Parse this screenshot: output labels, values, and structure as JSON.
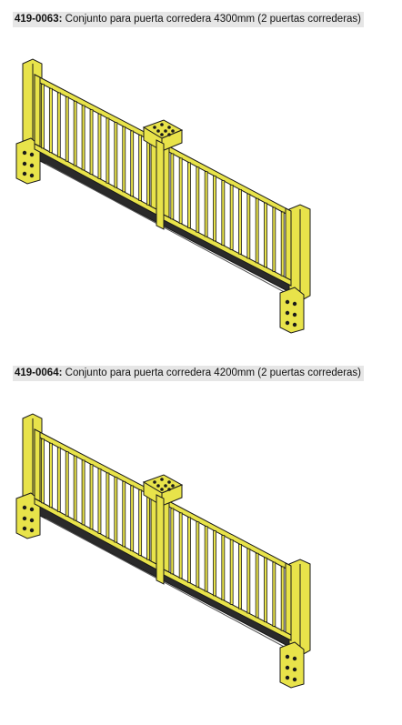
{
  "items": [
    {
      "code": "419-0063:",
      "description": "Conjunto para puerta corredera 4300mm (2 puertas correderas)"
    },
    {
      "code": "419-0064:",
      "description": "Conjunto para puerta corredera 4200mm (2 puertas correderas)"
    }
  ],
  "colors": {
    "gate_yellow": "#e8e34a",
    "outline": "#1a1a1a",
    "caption_bg": "#e6e6e6"
  }
}
